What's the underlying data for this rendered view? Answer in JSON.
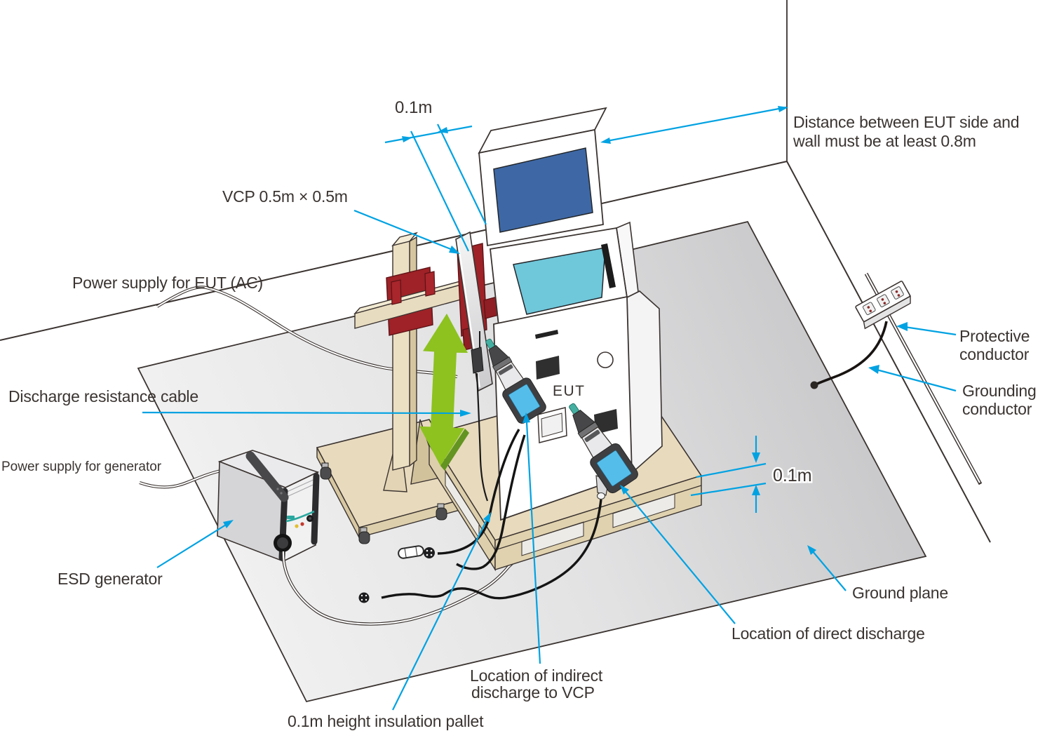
{
  "diagram_type": "ESD immunity test setup (isometric technical illustration)",
  "labels": {
    "dim_gap_top": "0.1m",
    "wall_distance_1": "Distance between EUT side and",
    "wall_distance_2": "wall must be at least 0.8m",
    "vcp_size": "VCP 0.5m × 0.5m",
    "power_supply_eut": "Power supply for EUT (AC)",
    "discharge_resistance_cable": "Discharge resistance cable",
    "power_supply_generator": "Power supply for generator",
    "esd_generator": "ESD generator",
    "eut": "EUT",
    "protective_1": "Protective",
    "protective_2": "conductor",
    "grounding_1": "Grounding",
    "grounding_2": "conductor",
    "dim_pallet_height": "0.1m",
    "ground_plane": "Ground plane",
    "direct_discharge": "Location of direct discharge",
    "indirect_discharge_1": "Location of indirect",
    "indirect_discharge_2": "discharge to VCP",
    "insulation_pallet": "0.1m height insulation pallet"
  },
  "colors": {
    "leader_cyan": "#00a2e2",
    "arrow_green": "#8dc21f",
    "arrow_green_dark": "#639421",
    "clamp_red": "#9e2227",
    "wood_light": "#ece0c2",
    "wood_side": "#d8c8a2",
    "pallet_top": "#e8dabd",
    "monitor_screen_blue": "#3e68a5",
    "touch_screen_cyan": "#6fc7da",
    "gun_screen_blue": "#55bde9",
    "gun_tip_teal": "#45b0a2",
    "floor_gray_light": "#f6f6f6",
    "floor_gray_dark": "#c9c9cb",
    "line_dark": "#3a3330",
    "text_dark": "#3a3431"
  }
}
